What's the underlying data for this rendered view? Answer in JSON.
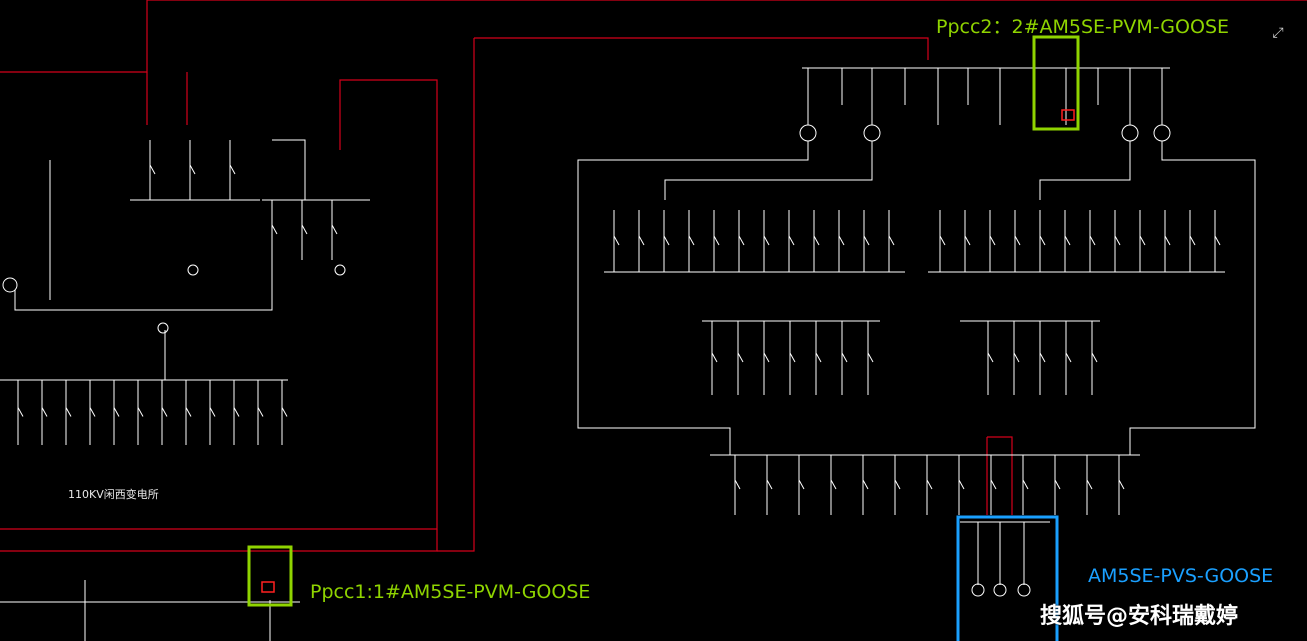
{
  "annotations": {
    "ppcc2": "Ppcc2：2#AM5SE-PVM-GOOSE",
    "ppcc1": "Ppcc1:1#AM5SE-PVM-GOOSE",
    "pvs": "AM5SE-PVS-GOOSE"
  },
  "labels": {
    "substation_110kv": "110KV闲西变电所"
  },
  "watermark": "搜狐号@安科瑞戴婷",
  "controls": {
    "expand_icon": "⤢"
  },
  "colors": {
    "background": "#000000",
    "line": "#ffffff",
    "tie_line": "#d4001a",
    "highlight_green": "#8fd400",
    "highlight_blue": "#1aa0ff",
    "magenta_text": "#ff3cff"
  }
}
